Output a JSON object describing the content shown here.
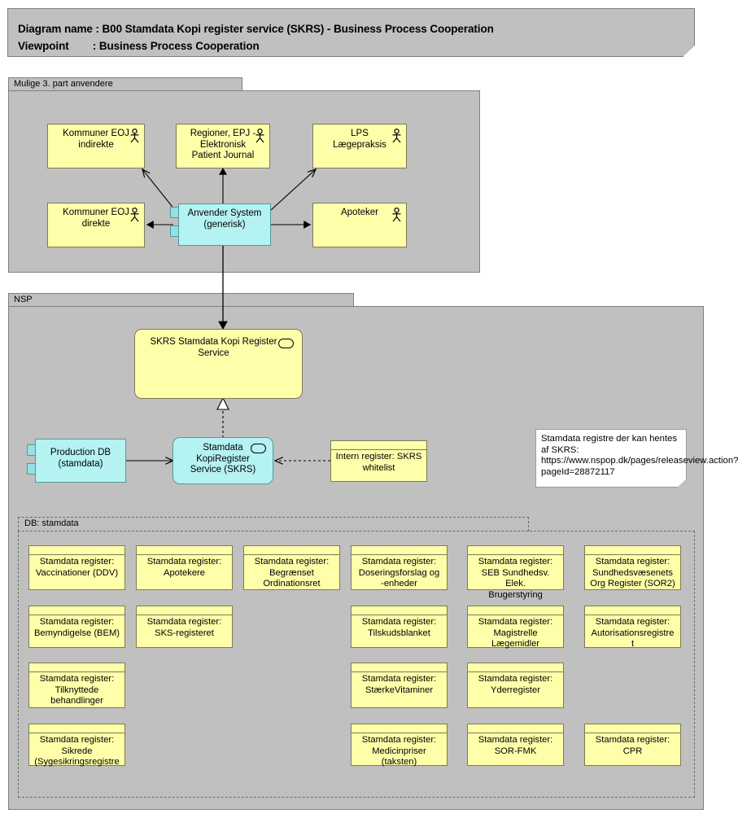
{
  "banner": {
    "line1": "Diagram name : B00 Stamdata Kopi register service (SKRS) - Business Process Cooperation",
    "line2": "Viewpoint        : Business Process Cooperation"
  },
  "groups": {
    "third_party": {
      "title": "Mulige 3. part anvendere"
    },
    "nsp": {
      "title": "NSP"
    },
    "db_stamdata": {
      "title": "DB: stamdata"
    }
  },
  "actors": [
    {
      "name": "kommuner-eoj-indirekte",
      "label": "Kommuner EOJ\nindirekte"
    },
    {
      "name": "regioner-epj",
      "label": "Regioner, EPJ -\nElektronisk\nPatient Journal"
    },
    {
      "name": "lps-laegepraksis",
      "label": "LPS\nLægepraksis"
    },
    {
      "name": "kommuner-eoj-direkte",
      "label": "Kommuner EOJ\ndirekte"
    },
    {
      "name": "apoteker",
      "label": "Apoteker"
    }
  ],
  "components": {
    "anvender_system": "Anvender System\n(generisk)",
    "production_db": "Production DB\n(stamdata)",
    "stamdata_kopiregister_service": "Stamdata\nKopiRegister\nService (SKRS)"
  },
  "services": {
    "skrs_service": "SKRS Stamdata Kopi Register\nService"
  },
  "objects": {
    "intern_register": "Intern register: SKRS\nwhitelist"
  },
  "note": {
    "text": "Stamdata registre der kan hentes af SKRS: https://www.nspop.dk/pages/releaseview.action?pageId=28872117"
  },
  "registers": [
    {
      "label": "Stamdata register:\nVaccinationer (DDV)",
      "col": 0,
      "row": 0
    },
    {
      "label": "Stamdata register:\nApotekere",
      "col": 1,
      "row": 0
    },
    {
      "label": "Stamdata register:\nBegrænset\nOrdinationsret",
      "col": 2,
      "row": 0
    },
    {
      "label": "Stamdata register:\nDoseringsforslag og\n-enheder",
      "col": 3,
      "row": 0
    },
    {
      "label": "Stamdata register:\nSEB Sundhedsv. Elek.\nBrugerstyring",
      "col": 4,
      "row": 0
    },
    {
      "label": "Stamdata register:\nSundhedsvæsenets\nOrg Register (SOR2)",
      "col": 5,
      "row": 0
    },
    {
      "label": "Stamdata register:\nBemyndigelse (BEM)",
      "col": 0,
      "row": 1
    },
    {
      "label": "Stamdata register:\nSKS-registeret",
      "col": 1,
      "row": 1
    },
    {
      "label": "Stamdata register:\nTilskudsblanket",
      "col": 3,
      "row": 1
    },
    {
      "label": "Stamdata register:\nMagistrelle\nLægemidler",
      "col": 4,
      "row": 1
    },
    {
      "label": "Stamdata register:\nAutorisationsregistre\nt",
      "col": 5,
      "row": 1
    },
    {
      "label": "Stamdata register:\nTilknyttede\nbehandlinger",
      "col": 0,
      "row": 2
    },
    {
      "label": "Stamdata register:\nStærkeVitaminer",
      "col": 3,
      "row": 2
    },
    {
      "label": "Stamdata register:\nYderregister",
      "col": 4,
      "row": 2
    },
    {
      "label": "Stamdata register:\nSikrede\n(Sygesikringsregistre",
      "col": 0,
      "row": 3
    },
    {
      "label": "Stamdata register:\nMedicinpriser\n(taksten)",
      "col": 3,
      "row": 3
    },
    {
      "label": "Stamdata register:\nSOR-FMK",
      "col": 4,
      "row": 3
    },
    {
      "label": "Stamdata register:\nCPR",
      "col": 5,
      "row": 3
    }
  ],
  "colors": {
    "group_fill": "#c0c0c0",
    "yellow_fill": "#ffffaa",
    "yellow_stroke": "#7c7c52",
    "cyan_fill": "#b5f2f2",
    "cyan_stroke": "#4f9c9c",
    "note_fill": "#ffffff"
  }
}
